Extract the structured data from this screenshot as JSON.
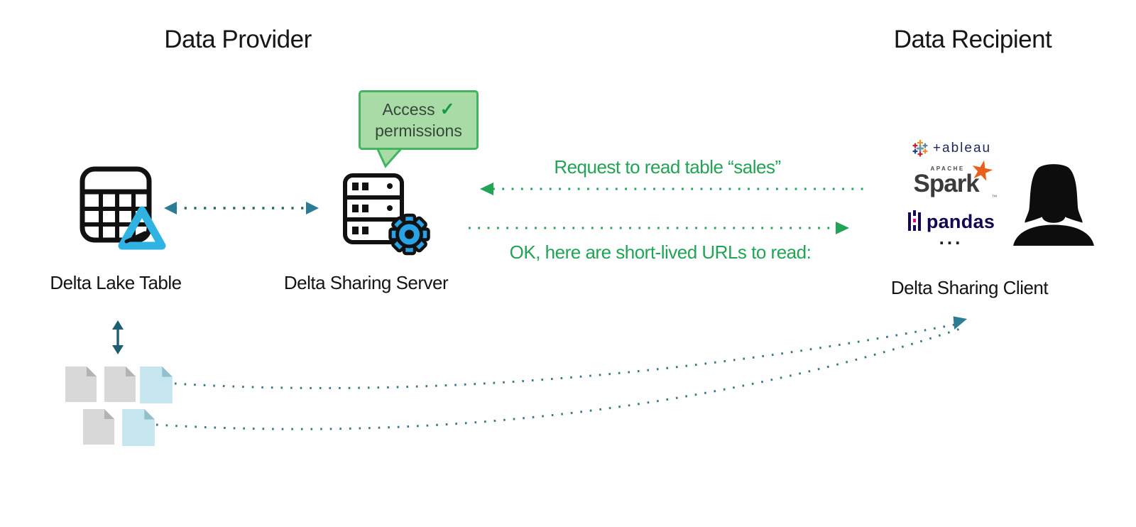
{
  "titles": {
    "provider": "Data Provider",
    "recipient": "Data Recipient"
  },
  "bubble": {
    "access": "Access",
    "check": "✓",
    "permissions": "permissions"
  },
  "nodes": {
    "delta_lake_table": "Delta Lake Table",
    "delta_sharing_server": "Delta Sharing Server",
    "delta_sharing_client": "Delta Sharing Client"
  },
  "messages": {
    "request": "Request to read table “sales”",
    "response": "OK, here are short-lived URLs to read:"
  },
  "client_logos": {
    "tableau": "+ableau",
    "spark_apache": "APACHE",
    "spark": "Spark",
    "spark_tm": "™",
    "pandas": "pandas",
    "more": "..."
  },
  "colors": {
    "message_green": "#21a455",
    "bubble_fill": "#a9dba6",
    "bubble_border": "#42b561",
    "arrow_teal_dark": "#1e6a68",
    "arrowhead_teal": "#2a7d94",
    "curve_teal": "#3a7a85",
    "delta_cyan": "#2fb3e3",
    "gear_blue": "#29a3e6",
    "file_gray": "#d8d8d8",
    "file_blue": "#c6e6ef",
    "logo_navy": "#1b2a5e",
    "pandas_navy": "#130754",
    "spark_orange": "#e8611c"
  }
}
